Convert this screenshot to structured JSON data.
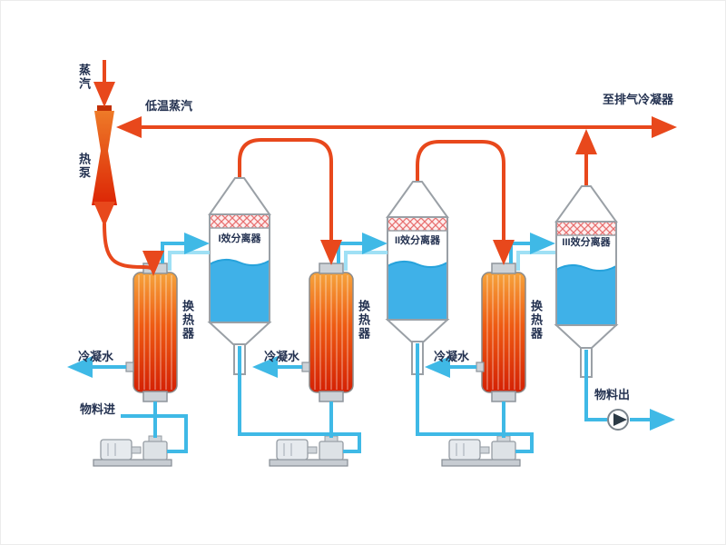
{
  "labels": {
    "steam": "蒸汽",
    "heat_pump": "热泵",
    "low_temp_steam": "低温蒸汽",
    "to_vent_condenser": "至排气冷凝器",
    "separator_1": "I效分离器",
    "separator_2": "II效分离器",
    "separator_3": "III效分离器",
    "heat_exchanger_1": "换热器",
    "heat_exchanger_2": "换热器",
    "heat_exchanger_3": "换热器",
    "condensate_1": "冷凝水",
    "condensate_2": "冷凝水",
    "condensate_3": "冷凝水",
    "feed_in": "物料进",
    "product_out": "物料出"
  },
  "colors": {
    "steam_line": "#e8481c",
    "hot_top": "#f6a33c",
    "hot_bottom": "#d42104",
    "process_line": "#3fb9e6",
    "process_line_light": "#9fe0f5",
    "liquid": "#3fb1e8",
    "vessel_outline": "#9aa0a6",
    "demister_hatch": "#e87070",
    "label_text": "#233150"
  }
}
